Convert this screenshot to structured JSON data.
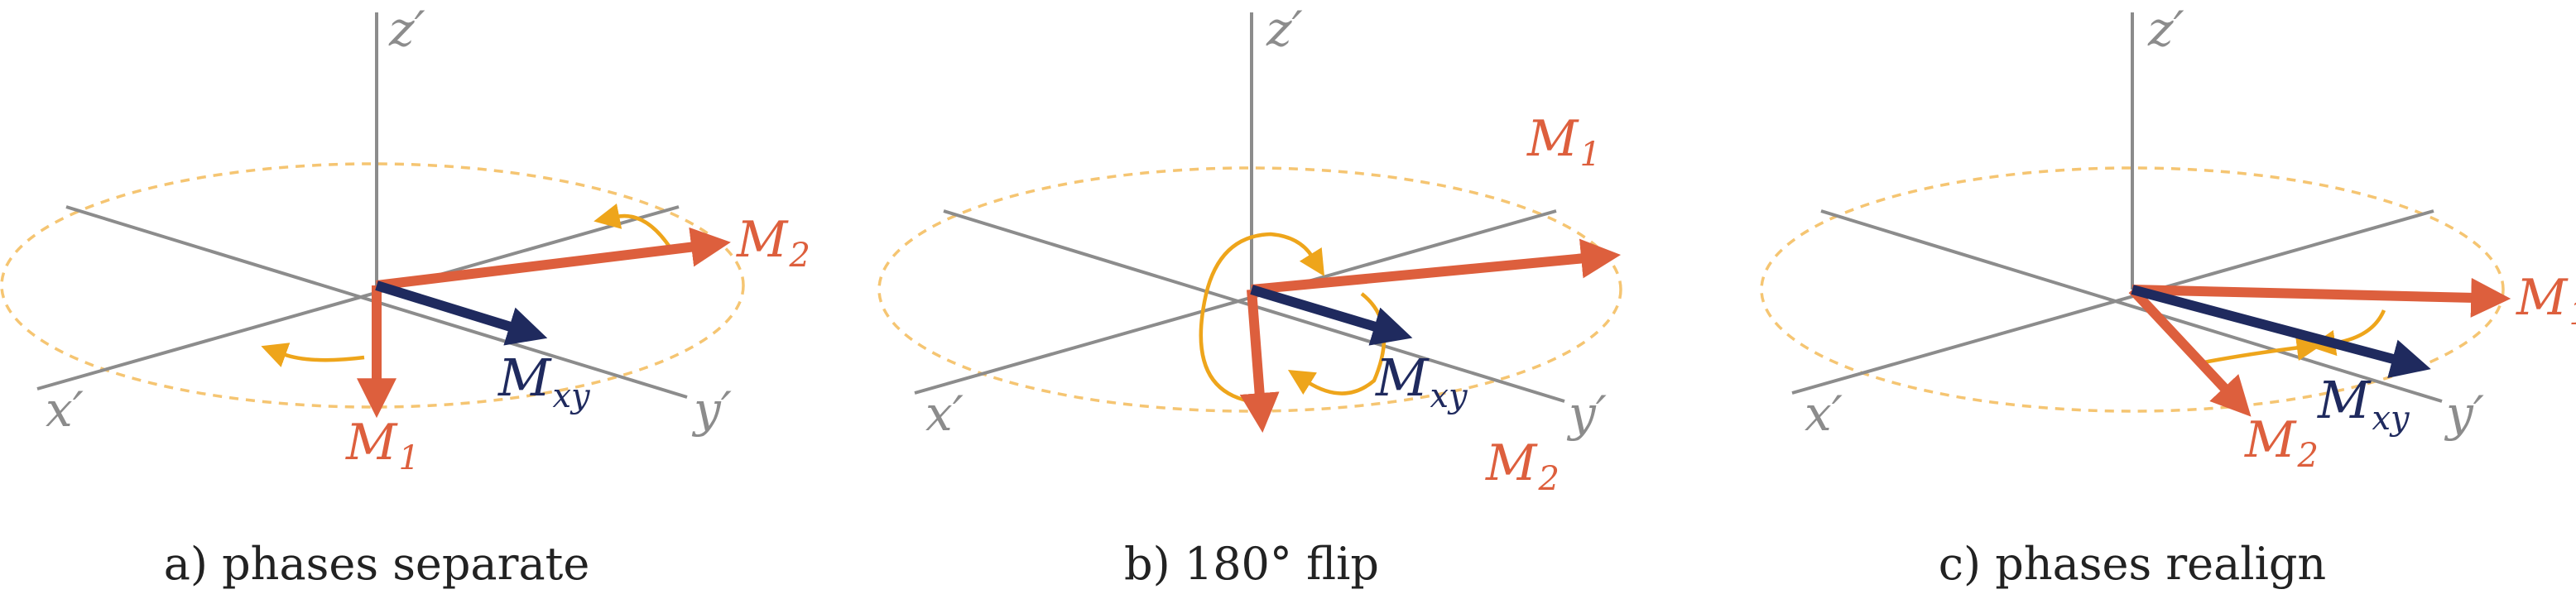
{
  "labels": {
    "x_axis": "x′",
    "y_axis": "y′",
    "z_axis": "z′",
    "m1_main": "M",
    "m1_sub": "1",
    "m2_main": "M",
    "m2_sub": "2",
    "mxy_main": "M",
    "mxy_sub": "xy"
  },
  "panels": [
    {
      "caption": "a) phases separate"
    },
    {
      "caption": "b) 180° flip"
    },
    {
      "caption": "c) phases realign"
    }
  ],
  "colors": {
    "axis": "#8c8c8c",
    "ellipse": "#f5c572",
    "vector_red": "#dd5f3d",
    "vector_navy": "#1f2a5e",
    "rotation_arrow": "#eea51b"
  }
}
